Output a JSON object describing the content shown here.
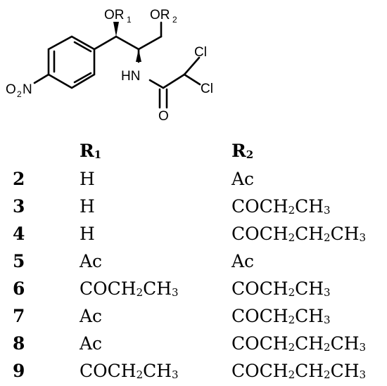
{
  "structure": {
    "labels": {
      "or1": [
        "OR",
        "1"
      ],
      "or2": [
        "OR",
        "2"
      ],
      "cl_top": "Cl",
      "cl_right": "Cl",
      "hn": "HN",
      "o_carbonyl": "O",
      "nitro": [
        "O",
        "2",
        "N"
      ]
    }
  },
  "table": {
    "headers": {
      "r1": [
        "R",
        "1"
      ],
      "r2": [
        "R",
        "2"
      ]
    },
    "rows": [
      {
        "num": "2",
        "r1": [
          "H"
        ],
        "r2": [
          "Ac"
        ]
      },
      {
        "num": "3",
        "r1": [
          "H"
        ],
        "r2": [
          "COCH",
          "2",
          "CH",
          "3"
        ]
      },
      {
        "num": "4",
        "r1": [
          "H"
        ],
        "r2": [
          "COCH",
          "2",
          "CH",
          "2",
          "CH",
          "3"
        ]
      },
      {
        "num": "5",
        "r1": [
          "Ac"
        ],
        "r2": [
          "Ac"
        ]
      },
      {
        "num": "6",
        "r1": [
          "COCH",
          "2",
          "CH",
          "3"
        ],
        "r2": [
          "COCH",
          "2",
          "CH",
          "3"
        ]
      },
      {
        "num": "7",
        "r1": [
          "Ac"
        ],
        "r2": [
          "COCH",
          "2",
          "CH",
          "3"
        ]
      },
      {
        "num": "8",
        "r1": [
          "Ac"
        ],
        "r2": [
          "COCH",
          "2",
          "CH",
          "2",
          "CH",
          "3"
        ]
      },
      {
        "num": "9",
        "r1": [
          "COCH",
          "2",
          "CH",
          "3"
        ],
        "r2": [
          "COCH",
          "2",
          "CH",
          "2",
          "CH",
          "3"
        ]
      }
    ]
  }
}
